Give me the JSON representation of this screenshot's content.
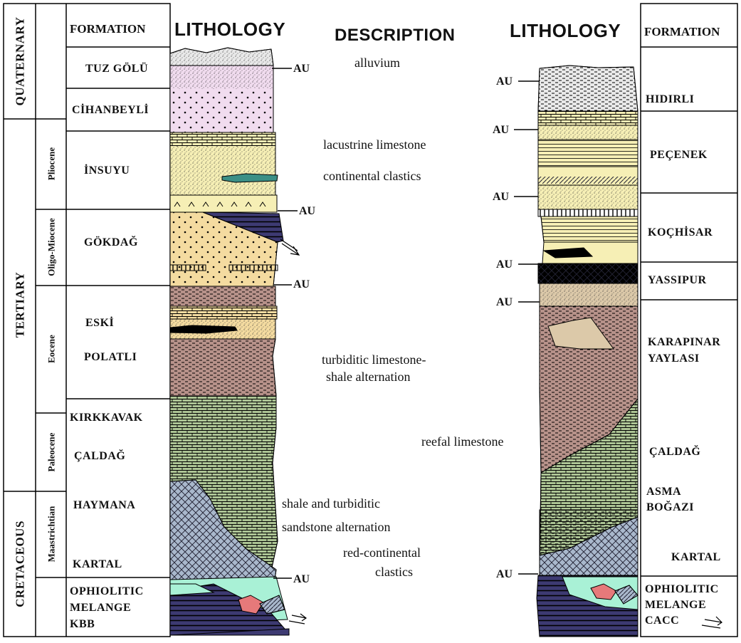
{
  "headers": {
    "formation_left": "FORMATION",
    "lithology_left": "LITHOLOGY",
    "description": "DESCRIPTION",
    "lithology_right": "LITHOLOGY",
    "formation_right": "FORMATION"
  },
  "eras": [
    "QUATERNARY",
    "TERTIARY",
    "CRETACEOUS"
  ],
  "epochs": [
    "Pliocene",
    "Oligo-Miocene",
    "Eocene",
    "Paleocene",
    "Maastrichtian"
  ],
  "formations_left": {
    "tuz_golu": "TUZ GÖLÜ",
    "cihanbeyli": "CİHANBEYLİ",
    "insuyu": "İNSUYU",
    "gokdag": "GÖKDAĞ",
    "eski": "ESKİ",
    "polatli": "POLATLI",
    "kirkkavak": "KIRKKAVAK",
    "caldag": "ÇALDAĞ",
    "haymana": "HAYMANA",
    "kartal": "KARTAL",
    "ophiolitic_1": "OPHIOLITIC",
    "ophiolitic_2": "MELANGE",
    "ophiolitic_3": "KBB"
  },
  "formations_right": {
    "hidirli": "HIDIRLI",
    "pecenek": "PEÇENEK",
    "kochisar": "KOÇHİSAR",
    "yassipur": "YASSIPUR",
    "karapinar_1": "KARAPINAR",
    "karapinar_2": "YAYLASI",
    "caldag": "ÇALDAĞ",
    "asma_1": "ASMA",
    "asma_2": "BOĞAZI",
    "kartal": "KARTAL",
    "ophiolitic_1": "OPHIOLITIC",
    "ophiolitic_2": "MELANGE",
    "ophiolitic_3": "CACC"
  },
  "unconformity_label": "AU",
  "descriptions": {
    "alluvium": "alluvium",
    "lacustrine": "lacustrine limestone",
    "continental": "continental clastics",
    "turbiditic_1": "turbiditic limestone-",
    "turbiditic_2": "shale alternation",
    "reefal": "reefal limestone",
    "shale_1": "shale and turbiditic",
    "shale_2": "sandstone alternation",
    "redcont_1": "red-continental",
    "redcont_2": "clastics"
  },
  "colors": {
    "alluvium": "#e9e9e9",
    "pink": "#f1dcef",
    "yellow": "#f6efb5",
    "tan": "#f4dba0",
    "brown": "#b7928a",
    "green": "#adc595",
    "blue_grey": "#a9b8cc",
    "mint": "#a9f1d6",
    "navy": "#3d3a72",
    "red": "#e6797a",
    "teal": "#3b8f86",
    "rock_tan": "#dcc9a9"
  }
}
